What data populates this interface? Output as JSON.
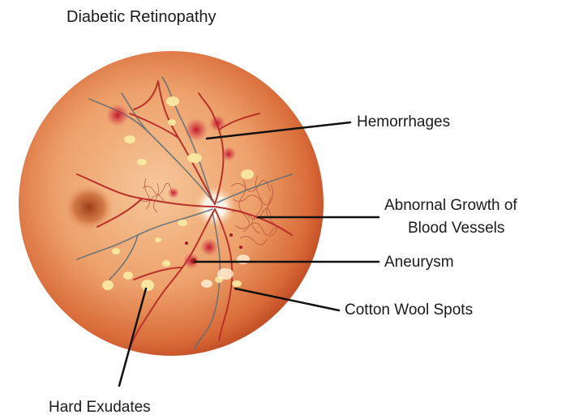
{
  "title": "Diabetic Retinopathy",
  "labels": {
    "hemorrhages": "Hemorrhages",
    "abnormal_growth_line1": "Abnornal Growth of",
    "abnormal_growth_line2": "Blood Vessels",
    "aneurysm": "Aneurysm",
    "cotton_wool": "Cotton Wool Spots",
    "hard_exudates": "Hard Exudates"
  },
  "colors": {
    "retina_center": "#f3b27c",
    "retina_edge": "#c2451f",
    "vessel": "#b8322a",
    "vein": "#5b6d78",
    "exudate": "#fbe9a0",
    "macula": "#a8461f",
    "leader_line": "#111111"
  }
}
